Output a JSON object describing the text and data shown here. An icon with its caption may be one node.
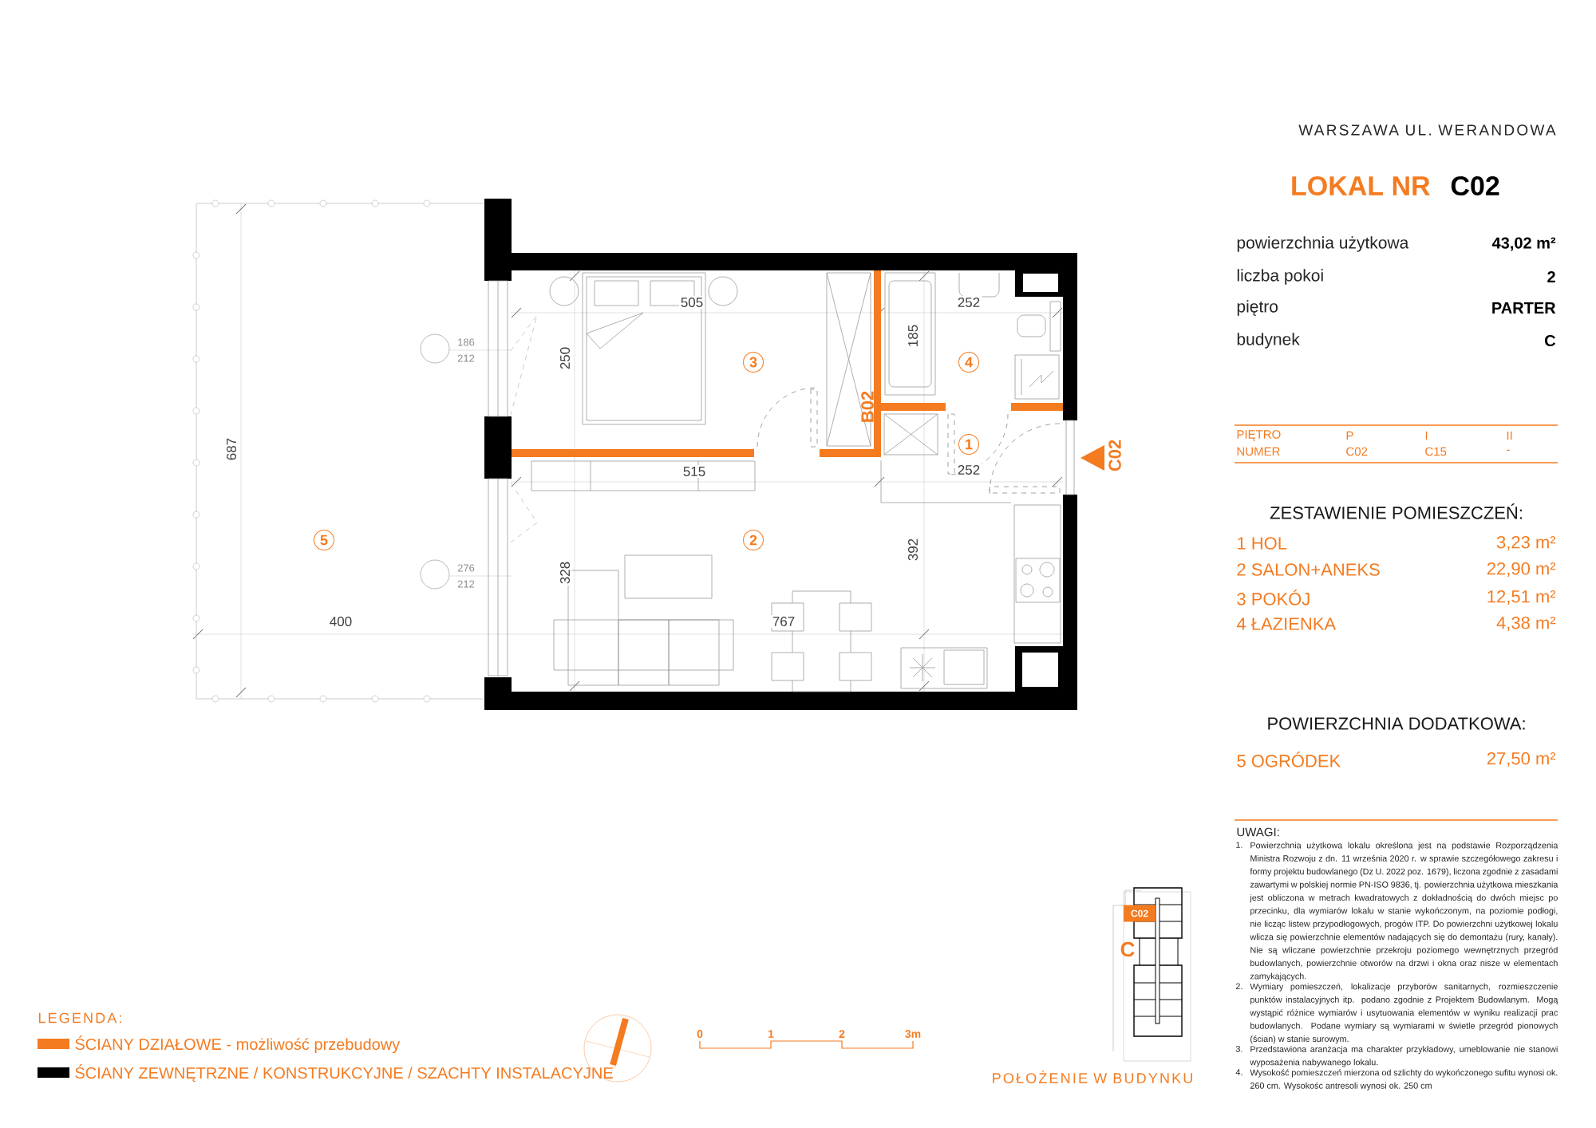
{
  "diagram": {
    "nodes": [
      {
        "text": [
          "3"
        ]
      },
      {
        "text": [
          "4"
        ]
      },
      {
        "text": [
          "1"
        ]
      },
      {
        "text": [
          "5"
        ]
      },
      {
        "text": [
          "2"
        ]
      }
    ],
    "labels": [
      "WARSZAWA UL. WERANDOWA",
      "LOKAL NR",
      "C02",
      "powierzchnia użytkowa",
      "43,02 m²",
      "liczba pokoi",
      "2",
      "piętro",
      "PARTER",
      "budynek",
      "C",
      "PIĘTRO",
      "P",
      "I",
      "II",
      "NUMER",
      "C02",
      "C15",
      "-",
      "ZESTAWIENIE POMIESZCZEŃ:",
      "1 HOL",
      "3,23 m²",
      "2 SALON+ANEKS",
      "22,90 m²",
      "3 POKÓJ",
      "12,51 m²",
      "4 ŁAZIENKA",
      "4,38 m²",
      "POWIERZCHNIA DODATKOWA:",
      "5 OGRÓDEK",
      "27,50 m²",
      "UWAGI:",
      "1.",
      "Powierzchnia użytkowa lokalu określona jest na podstawie Rozporządzenia Ministra Rozwoju z dn. 11 września 2020 r. w sprawie szczegółowego zakresu i formy projektu budowlanego (Dz U. 2022 poz. 1679), liczona zgodnie z zasadami zawartymi w polskiej normie PN-ISO 9836, tj. powierzchnia użytkowa mieszkania jest obliczona w metrach kwadratowych z dokładnością do dwóch miejsc po przecinku, dla wymiarów lokalu w stanie wykończonym, na poziomie podłogi, nie licząc listew przypodłogowych, progów ITP. Do powierzchni użytkowej lokalu wlicza się powierzchnie elementów nadających się do demontażu (rury, kanały). Nie są wliczane powierzchnie przekroju poziomego wewnętrznych przegród budowlanych, powierzchnie otworów na drzwi i okna oraz nisze w elementach zamykających.",
      "2.",
      "Wymiary pomieszczeń, lokalizacje przyborów sanitarnych, rozmieszczenie punktów instalacyjnych itp. podano zgodnie z Projektem Budowlanym. Mogą wystąpić różnice wymiarów i usytuowania elementów w wyniku realizacji prac budowlanych. Podane wymiary są wymiarami w świetle przegród pionowych (ścian) w stanie surowym.",
      "3.",
      "Przedstawiona aranżacja ma charakter przykładowy, umeblowanie nie stanowi wyposażenia nabywanego lokalu.",
      "4.",
      "Wysokość pomieszczeń mierzona od szlichty do wykończonego sufitu wynosi ok. 260 cm. Wysokośc antresoli wynosi ok. 250 cm",
      "186",
      "212",
      "687",
      "505",
      "250",
      "185",
      "252",
      "B02",
      "C02",
      "515",
      "252",
      "276",
      "212",
      "328",
      "392",
      "400",
      "767",
      "LEGENDA:",
      "0",
      "1",
      "2",
      "3m",
      "C02",
      "C",
      "POŁOŻENIE W BUDYNKU"
    ],
    "legend": [
      {
        "text": "ŚCIANY DZIAŁOWE - możliwość przebudowy",
        "color": "#f47b20"
      },
      {
        "text": "ŚCIANY ZEWNĘTRZNE / KONSTRUKCYJNE / SZACHTY INSTALACYJNE",
        "color": "#000000"
      }
    ]
  }
}
